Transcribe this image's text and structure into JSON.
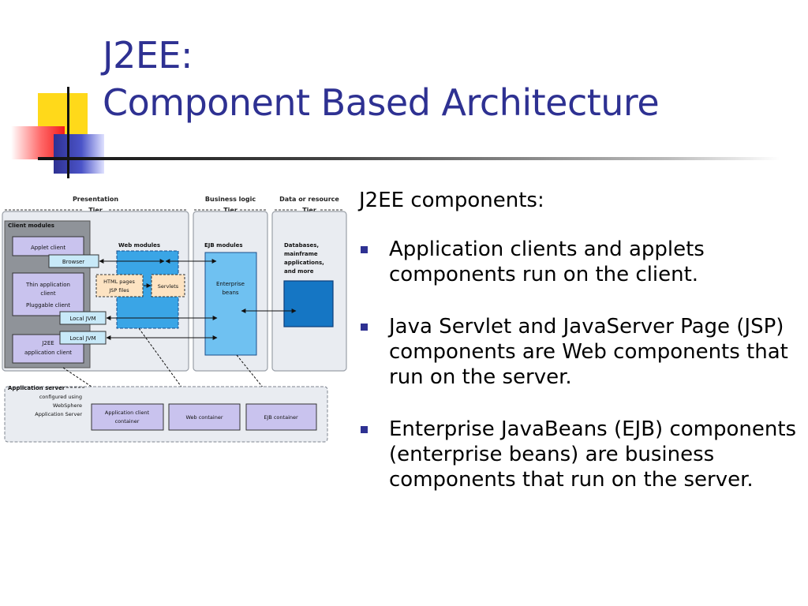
{
  "title": {
    "line1": "J2EE:",
    "line2": "Component Based Architecture"
  },
  "content": {
    "intro": "J2EE components:",
    "bullets": [
      "Application clients and applets components run on the client.",
      "Java Servlet and JavaServer Page (JSP) components are Web components that run on the server.",
      "Enterprise JavaBeans (EJB) components (enterprise beans) are business components that run on the server."
    ]
  },
  "diagram": {
    "tiers": {
      "presentation": [
        "Presentation",
        "Tier"
      ],
      "business": [
        "Business logic",
        "Tier"
      ],
      "data": [
        "Data or resource",
        "Tier"
      ]
    },
    "client_modules": {
      "label": "Client modules",
      "applet_client": "Applet client",
      "browser": "Browser",
      "thin_client": [
        "Thin application",
        "client"
      ],
      "pluggable_client": "Pluggable client",
      "local_jvm_1": "Local JVM",
      "local_jvm_2": "Local JVM",
      "j2ee_client": [
        "J2EE",
        "application client"
      ]
    },
    "web_modules": {
      "label": "Web modules",
      "html_pages": [
        "HTML pages",
        "JSP files"
      ],
      "servlets": "Servlets"
    },
    "ejb_modules": {
      "label": "EJB modules",
      "enterprise_beans": [
        "Enterprise",
        "beans"
      ]
    },
    "data_tier": [
      "Databases,",
      "mainframe",
      "applications,",
      "and more"
    ],
    "application_server": {
      "label": "Application server",
      "description": [
        "configured using",
        "WebSphere",
        "Application Server"
      ],
      "app_client_container": [
        "Application client",
        "container"
      ],
      "web_container": "Web container",
      "ejb_container": "EJB container"
    }
  },
  "colors": {
    "title": "#2e3192",
    "bullet": "#2e3192",
    "module_box": "#c9c3ee",
    "web_module": "#3aa5e6",
    "ejb_bean": "#6fc1f1",
    "data_store": "#1576c4",
    "file_box": "#fde3c2",
    "browser_box": "#c8e9f8"
  }
}
